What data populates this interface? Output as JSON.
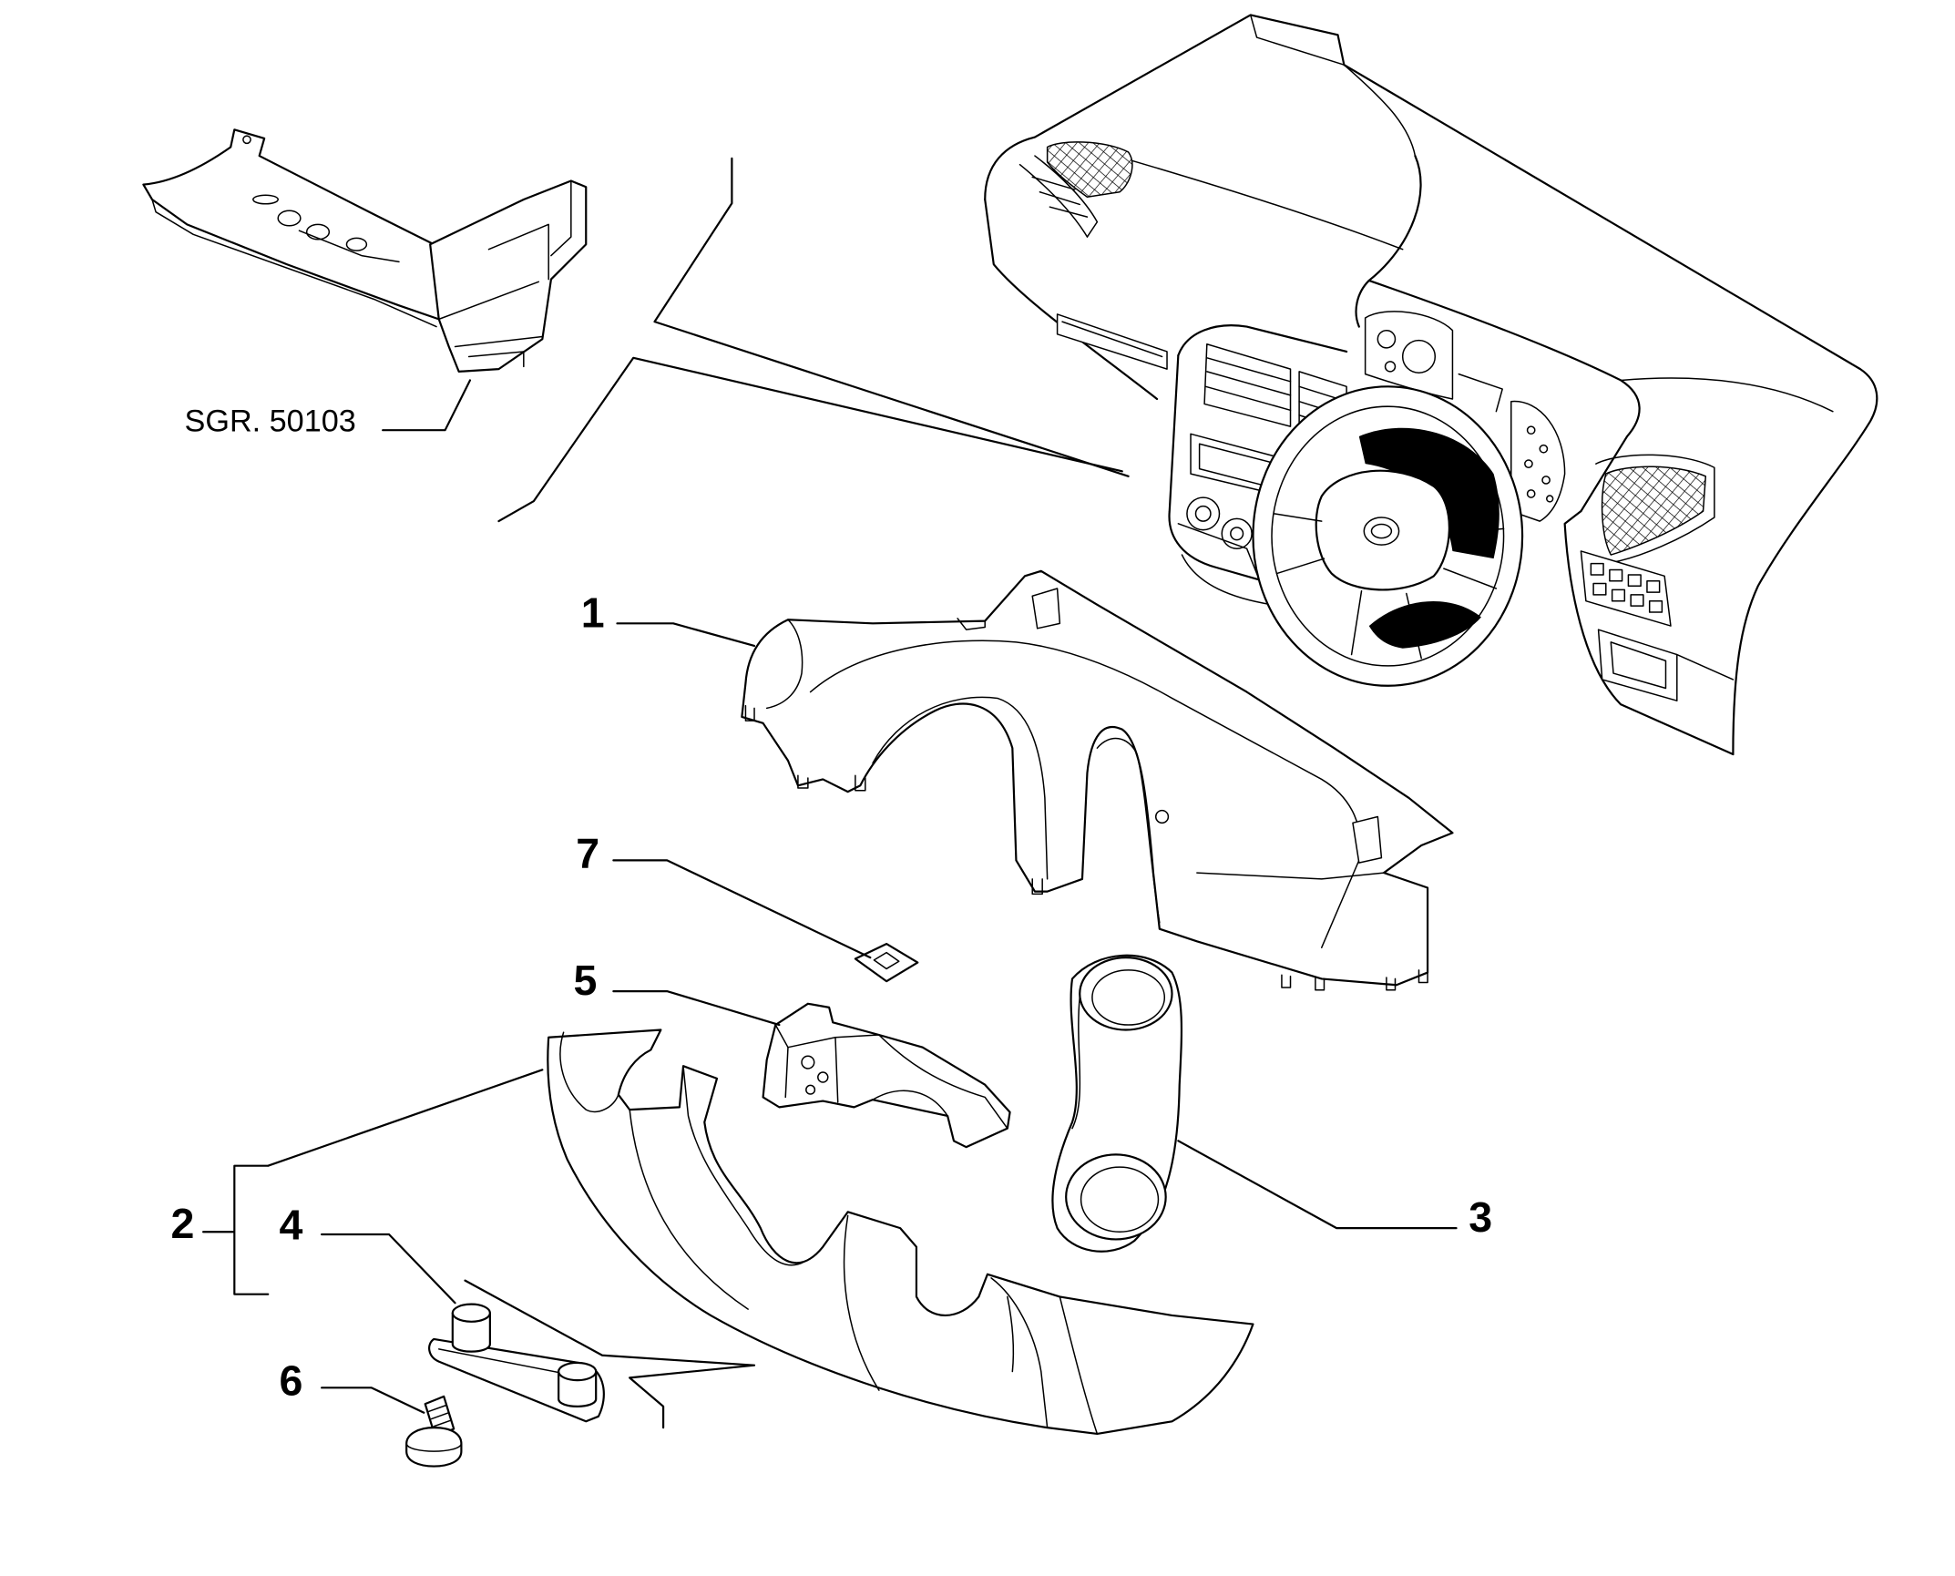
{
  "diagram": {
    "callouts": {
      "sgr_ref": "SGR. 50103",
      "part_1": "1",
      "part_2": "2",
      "part_3": "3",
      "part_4": "4",
      "part_5": "5",
      "part_6": "6",
      "part_7": "7"
    },
    "colors": {
      "line": "#000000",
      "background": "#ffffff",
      "shading": "#000000"
    }
  }
}
